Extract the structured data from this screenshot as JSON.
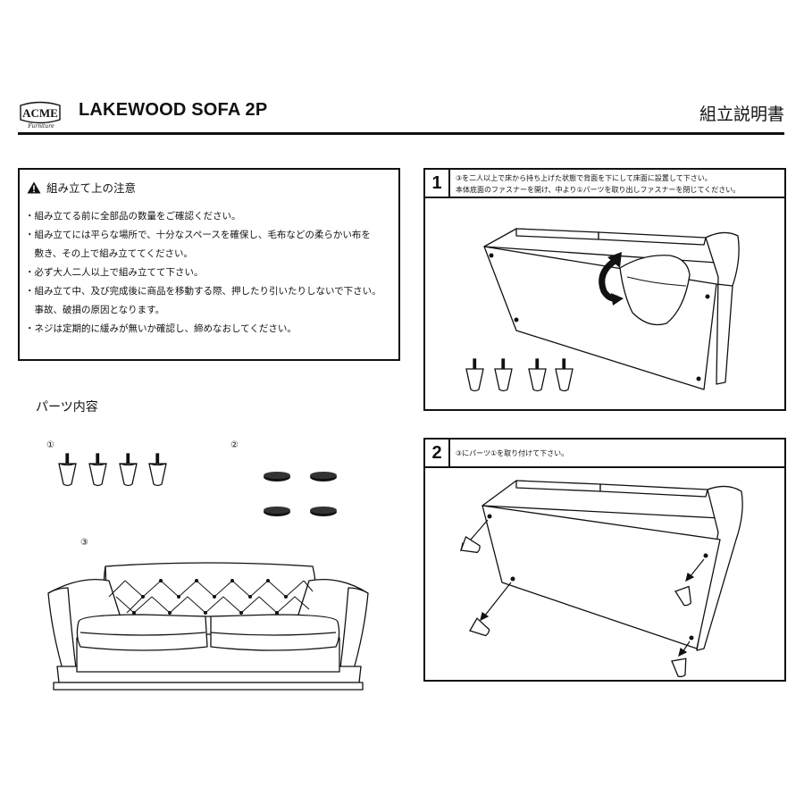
{
  "header": {
    "brand": "ACME",
    "brand_sub": "Furniture",
    "title": "LAKEWOOD SOFA 2P",
    "doc_type": "組立説明書"
  },
  "caution": {
    "icon": "warning-triangle-icon",
    "heading": "組み立て上の注意",
    "items": [
      "・組み立てる前に全部品の数量をご確認ください。",
      "・組み立てには平らな場所で、十分なスペースを確保し、毛布などの柔らかい布を",
      "　敷き、その上で組み立ててください。",
      "・必ず大人二人以上で組み立てて下さい。",
      "・組み立て中、及び完成後に商品を移動する際、押したり引いたりしないで下さい。",
      "　事故、破損の原因となります。",
      "・ネジは定期的に緩みが無いか確認し、締めなおしてください。"
    ]
  },
  "parts": {
    "title": "パーツ内容",
    "labels": [
      "①",
      "②",
      "③"
    ]
  },
  "steps": [
    {
      "number": "1",
      "lines": [
        "③を二人以上で床から持ち上げた状態で背面を下にして床面に設置して下さい。",
        "本体底面のファスナーを開け、中より①パーツを取り出しファスナーを閉じてください。"
      ]
    },
    {
      "number": "2",
      "lines": [
        "③にパーツ①を取り付けて下さい。"
      ]
    }
  ]
}
